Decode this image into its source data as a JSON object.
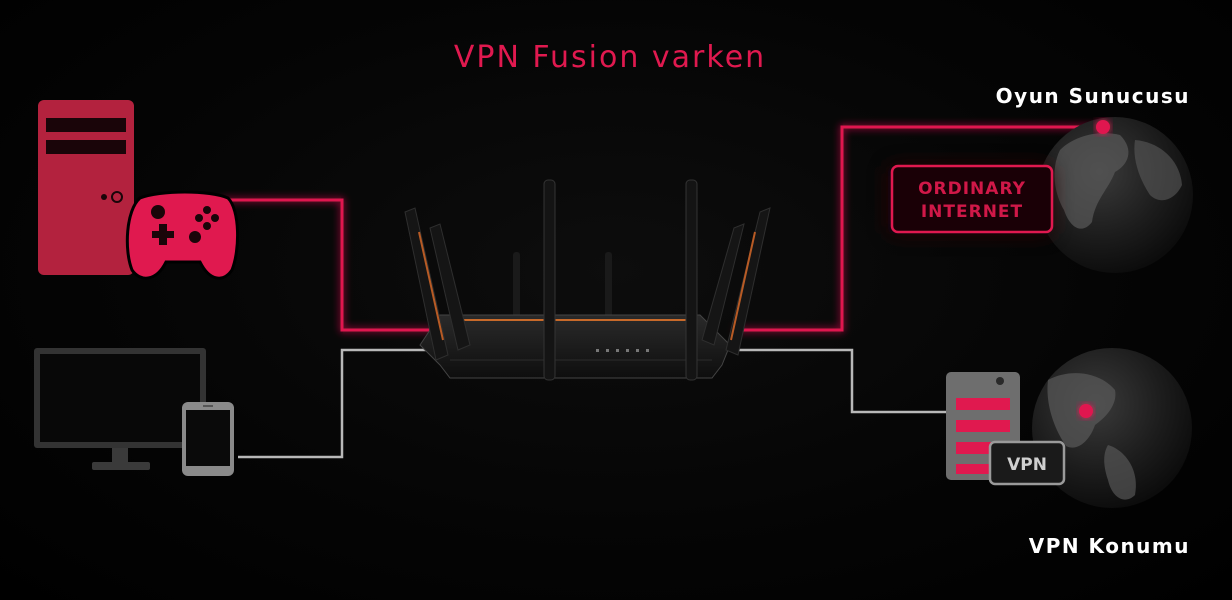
{
  "title": "VPN Fusion varken",
  "game_server_label": "Oyun Sunucusu",
  "vpn_location_label": "VPN Konumu",
  "ordinary_internet_badge": {
    "line1": "ORDINARY",
    "line2": "INTERNET"
  },
  "vpn_badge": "VPN",
  "colors": {
    "accent": "#e0194f",
    "gaming_device": "#b3223e",
    "vpn_path": "#bdbdbd",
    "background": "#000000"
  },
  "icons": [
    "gaming-pc-icon",
    "gamepad-icon",
    "monitor-icon",
    "tablet-icon",
    "router-icon",
    "globe-icon",
    "vpn-server-icon"
  ]
}
